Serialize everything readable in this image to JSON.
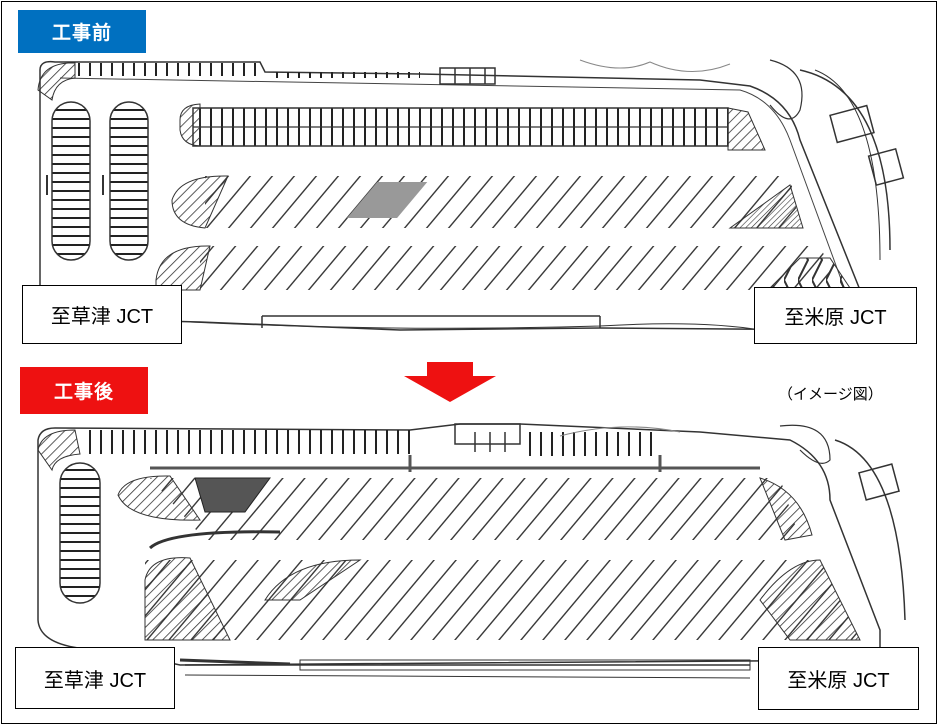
{
  "labels": {
    "before": "工事前",
    "after": "工事後"
  },
  "directions": {
    "before_left": "至草津 JCT",
    "before_right": "至米原 JCT",
    "after_left": "至草津 JCT",
    "after_right": "至米原 JCT"
  },
  "note": "（イメージ図）",
  "colors": {
    "before_label_bg": "#0070C0",
    "after_label_bg": "#EE1111",
    "arrow": "#EE1111",
    "line": "#333333",
    "fill_dark": "#555555",
    "fill_gray": "#9a9a9a"
  },
  "icons": {
    "transition": "down-arrow-icon"
  }
}
